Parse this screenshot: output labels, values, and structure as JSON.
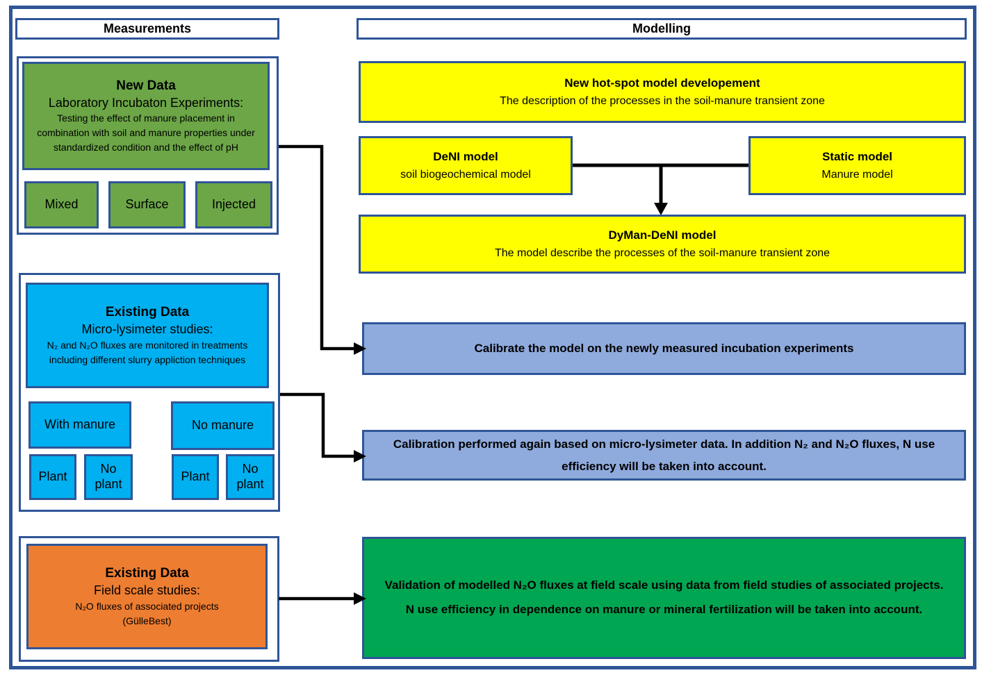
{
  "measurements": {
    "section_title": "Measurements",
    "new_data": {
      "title": "New Data",
      "subtitle": "Laboratory Incubaton Experiments:",
      "description": "Testing the effect of manure placement in combination with soil and manure properties under standardized condition and the effect of pH",
      "treatments": [
        "Mixed",
        "Surface",
        "Injected"
      ]
    },
    "lysimeter": {
      "title": "Existing Data",
      "subtitle": "Micro-lysimeter studies:",
      "description": "N₂ and N₂O fluxes are monitored in treatments including different slurry appliction techniques",
      "groups": [
        {
          "label": "With manure",
          "plant": "Plant",
          "no_plant": "No plant"
        },
        {
          "label": "No manure",
          "plant": "Plant",
          "no_plant": "No plant"
        }
      ]
    },
    "field": {
      "title": "Existing Data",
      "subtitle": "Field scale studies:",
      "line1": "N₂O fluxes of associated projects",
      "line2": "(GülleBest)"
    }
  },
  "modelling": {
    "section_title": "Modelling",
    "hotspot": {
      "title": "New hot-spot model developement",
      "subtitle": "The description of the processes in the soil-manure transient zone"
    },
    "deni": {
      "title": "DeNI model",
      "subtitle": "soil biogeochemical model"
    },
    "static_model": {
      "title": "Static model",
      "subtitle": "Manure model"
    },
    "dyman": {
      "title": "DyMan-DeNI model",
      "subtitle": "The model describe the processes of the soil-manure transient zone"
    },
    "calibrate1": "Calibrate the model on the newly measured incubation experiments",
    "calibrate2": "Calibration performed again based on micro-lysimeter data. In addition N₂ and N₂O fluxes, N use efficiency will be taken into account.",
    "validation": "Validation of modelled N₂O fluxes at field scale using data from field studies of associated projects. N use efficiency in dependence on manure or mineral fertilization will be taken into account."
  },
  "colors": {
    "frame_border": "#2e5597",
    "green_measurement": "#6ca647",
    "cyan_measurement": "#00b0f0",
    "orange_measurement": "#ed7d31",
    "yellow_model": "#ffff00",
    "periwinkle_calibration": "#8faadc",
    "green_validation": "#00a651",
    "arrow": "#000000"
  }
}
